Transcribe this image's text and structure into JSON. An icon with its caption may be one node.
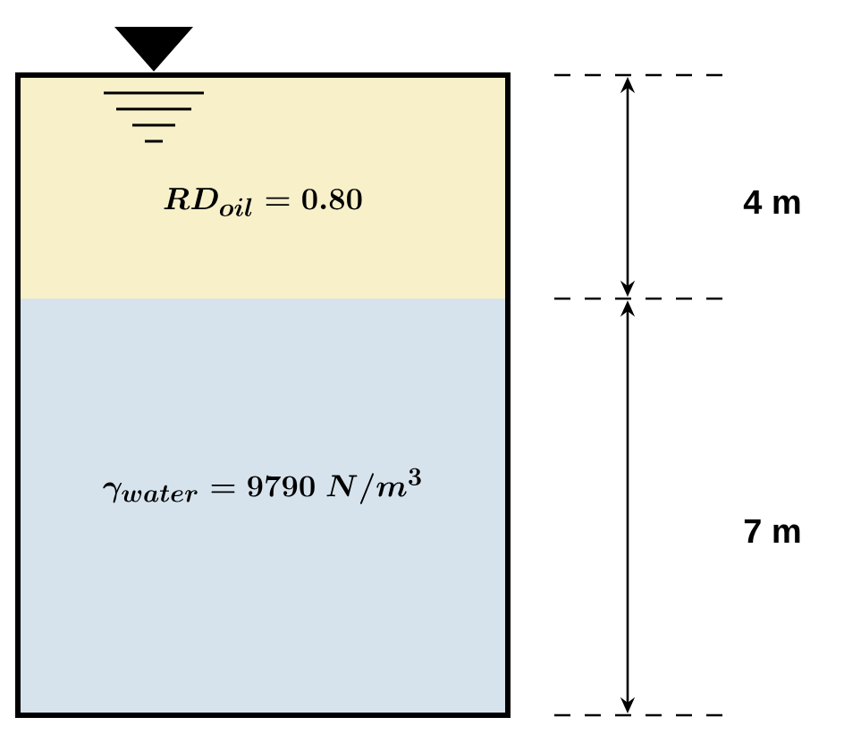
{
  "diagram": {
    "nodes": [
      {
        "text": [
          "RD_{oil} = 0.80"
        ]
      },
      {
        "text": [
          "\\gamma_{water} = 9790\\ N/m^{3}"
        ]
      }
    ],
    "labels": [
      "4 m",
      "7 m"
    ]
  }
}
